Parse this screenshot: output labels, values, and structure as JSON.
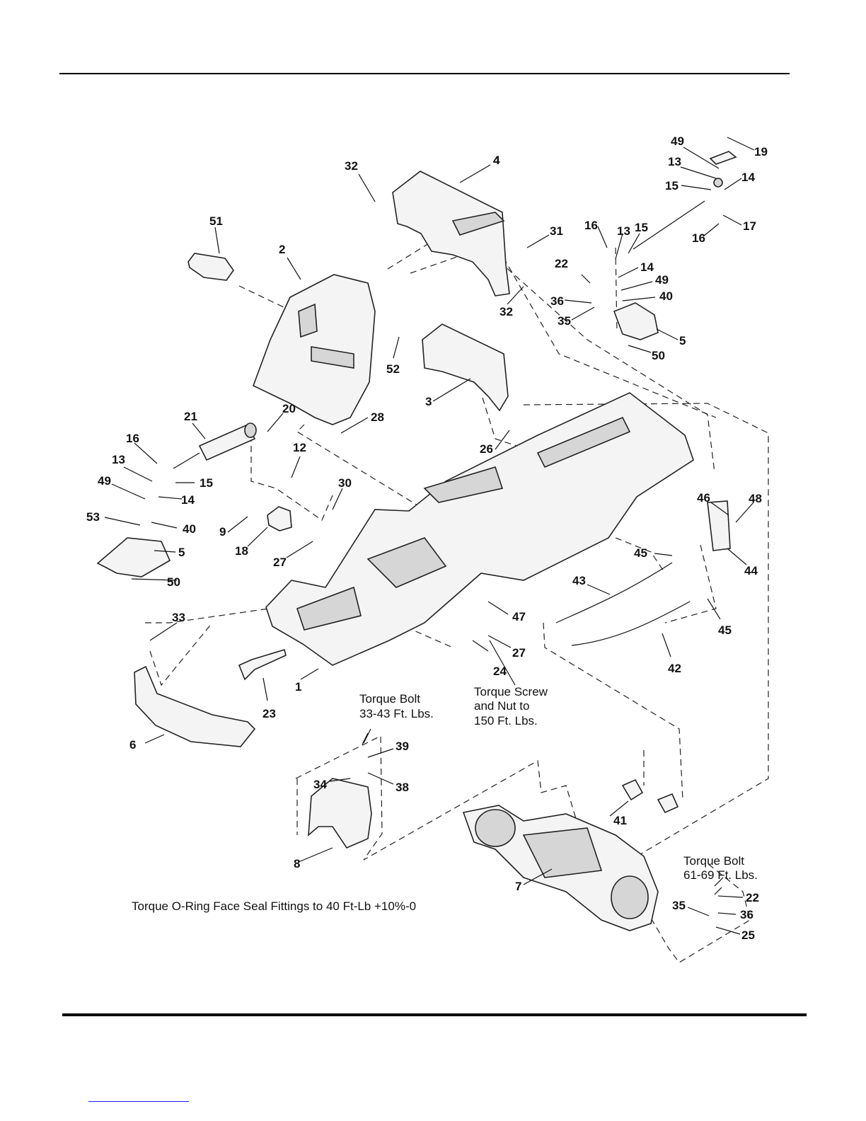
{
  "labels": [
    "1",
    "2",
    "3",
    "4",
    "5",
    "5",
    "6",
    "7",
    "8",
    "9",
    "12",
    "13",
    "13",
    "13",
    "14",
    "14",
    "14",
    "15",
    "15",
    "15",
    "16",
    "16",
    "16",
    "17",
    "18",
    "19",
    "20",
    "21",
    "22",
    "22",
    "23",
    "24",
    "25",
    "26",
    "27",
    "27",
    "28",
    "30",
    "31",
    "32",
    "32",
    "33",
    "34",
    "35",
    "35",
    "36",
    "36",
    "38",
    "39",
    "40",
    "40",
    "41",
    "42",
    "43",
    "44",
    "45",
    "45",
    "46",
    "47",
    "48",
    "49",
    "49",
    "49",
    "50",
    "50",
    "51",
    "52",
    "53"
  ],
  "notes": {
    "torque_bolt_1_line1": "Torque Bolt",
    "torque_bolt_1_line2": "33-43 Ft. Lbs.",
    "torque_screw_line1": "Torque Screw",
    "torque_screw_line2": "and Nut to",
    "torque_screw_line3": "150 Ft. Lbs.",
    "torque_bolt_2_line1": "Torque Bolt",
    "torque_bolt_2_line2": "61-69 Ft. Lbs.",
    "oring_note": "Torque O-Ring Face Seal Fittings to 40 Ft-Lb +10%-0"
  }
}
